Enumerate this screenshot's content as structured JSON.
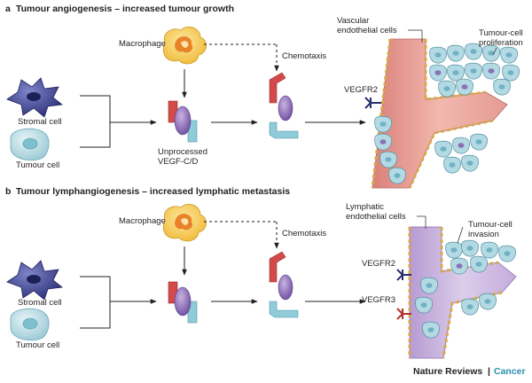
{
  "panel_a": {
    "letter": "a",
    "title": "Tumour angiogenesis – increased tumour growth",
    "macrophage": "Macrophage",
    "chemotaxis": "Chemotaxis",
    "stromal_cell": "Stromal cell",
    "tumour_cell": "Tumour cell",
    "unprocessed_1": "Unprocessed",
    "unprocessed_2": "VEGF-C/D",
    "vascular_1": "Vascular",
    "vascular_2": "endothelial cells",
    "proliferation_1": "Tumour-cell",
    "proliferation_2": "proliferation",
    "vegfr2": "VEGFR2"
  },
  "panel_b": {
    "letter": "b",
    "title": "Tumour lymphangiogenesis – increased lymphatic metastasis",
    "macrophage": "Macrophage",
    "chemotaxis": "Chemotaxis",
    "stromal_cell": "Stromal cell",
    "tumour_cell": "Tumour cell",
    "lymphatic_1": "Lymphatic",
    "lymphatic_2": "endothelial cells",
    "invasion_1": "Tumour-cell",
    "invasion_2": "invasion",
    "vegfr2": "VEGFR2",
    "vegfr3": "VEGFR3"
  },
  "footer": {
    "journal": "Nature Reviews",
    "separator": "|",
    "section": "Cancer"
  },
  "colors": {
    "macrophage": "#f6c94a",
    "macrophage_nucleus": "#e8832a",
    "stromal": "#3b3f8c",
    "tumour_cell": "#b9dde6",
    "vegf_protein": "#8a6bb5",
    "red_domain": "#d24a4a",
    "blue_domain": "#8fcbd8",
    "vessel": "#e8a39a",
    "lymph": "#c9b5dc",
    "vegfr2": "#2a2f6e",
    "vegfr3": "#b0302f",
    "brand_cancer": "#2a8fb0"
  }
}
